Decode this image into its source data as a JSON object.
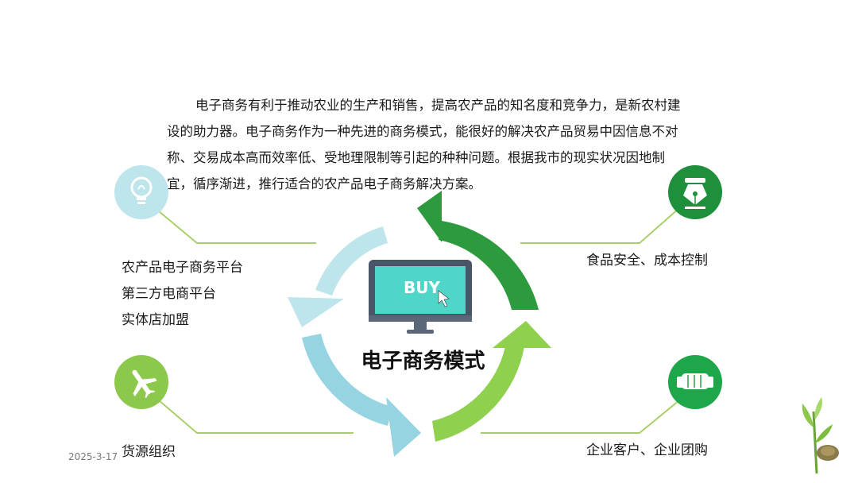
{
  "intro": "电子商务有利于推动农业的生产和销售，提高农产品的知名度和竞争力，是新农村建设的助力器。电子商务作为一种先进的商务模式，能很好的解决农产品贸易中因信息不对称、交易成本高而效率低、受地理限制等引起的种种问题。根据我市的现实状况因地制宜，循序渐进，推行适合的农产品电子商务解决方案。",
  "center": {
    "title": "电子商务模式",
    "monitor_text": "BUY"
  },
  "left_top": {
    "icon": "lightbulb-icon",
    "lines": [
      "农产品电子商务平台",
      "第三方电商平台",
      "实体店加盟"
    ]
  },
  "left_bottom": {
    "icon": "airplane-icon",
    "lines": [
      "货源组织"
    ]
  },
  "right_top": {
    "icon": "pen-nib-icon",
    "lines": [
      "食品安全、成本控制"
    ]
  },
  "right_bottom": {
    "icon": "handshake-icon",
    "lines": [
      "企业客户、企业团购"
    ]
  },
  "footer": {
    "date": "2025-3-17"
  },
  "colors": {
    "arrow_top_left": "#bfe5ec",
    "arrow_bottom_left": "#96d4e2",
    "arrow_top_right": "#2e9a3e",
    "arrow_bottom_right": "#8fd04f",
    "connector": "#a9cf6a",
    "icon_light_blue": "#bfe5ec",
    "icon_dark_green": "#1e8f3a",
    "icon_light_green": "#8cc84b",
    "icon_green": "#1ea64a",
    "monitor_screen": "#4fd6c8"
  }
}
